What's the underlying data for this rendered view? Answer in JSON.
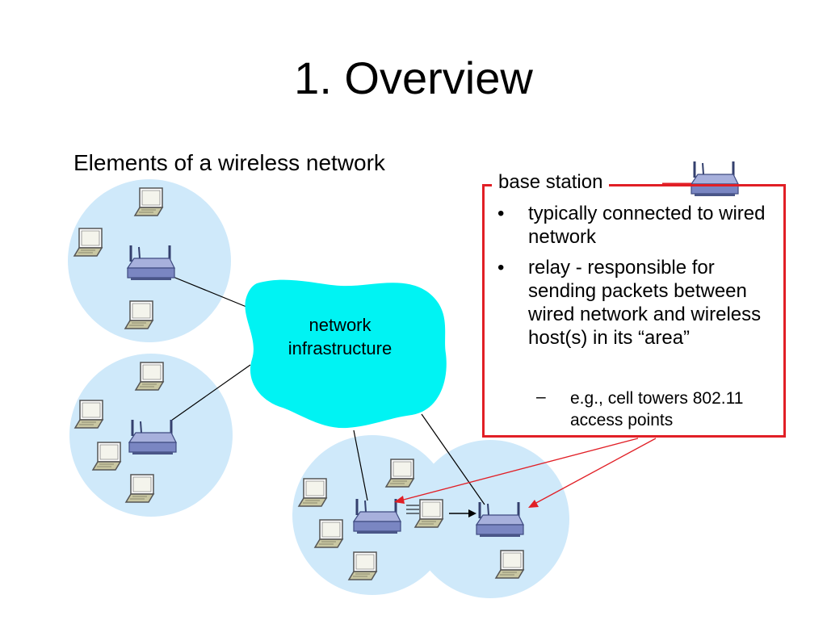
{
  "slide": {
    "title": "1. Overview",
    "subtitle": "Elements of a wireless network"
  },
  "diagram": {
    "cloud_label": "network\ninfrastructure",
    "colors": {
      "coverage_area": "#cfe9fa",
      "cloud": "#00f3f3",
      "callout_border": "#e11f26",
      "base_station": "#7a86c2",
      "laptop": "#c9c7a2"
    },
    "icons": [
      "laptop-icon",
      "base-station-icon",
      "network-cloud",
      "wireless-signal-icon"
    ]
  },
  "info_box": {
    "heading": "base station",
    "bullet_marker": "•",
    "subbullet_marker": "–",
    "bullets": [
      "typically connected to wired network",
      "relay - responsible for sending packets between wired network and wireless host(s) in its “area”"
    ],
    "sub_bullets": [
      "e.g., cell towers 802.11 access points"
    ]
  }
}
